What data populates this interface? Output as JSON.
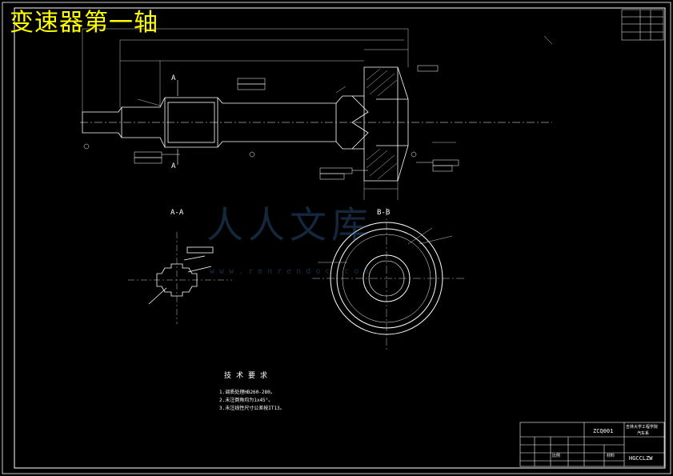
{
  "title": "变速器第一轴",
  "views": {
    "section_a": "A-A",
    "section_b": "B-B",
    "cut_mark": "A"
  },
  "watermark": {
    "text": "人人文库",
    "url": "www.renrendoc.com"
  },
  "technical_requirements": {
    "heading": "技术要求",
    "items": [
      "1.调质处理HB260-280。",
      "2.未注倒角均为1x45°。",
      "3.未注线性尺寸公差按IT13。"
    ]
  },
  "title_block": {
    "drawing_code": "HGCCLZW",
    "part_code": "ZCQ001",
    "school_line1": "吉林大学工程学院",
    "school_line2": "汽车系",
    "scale_label": "比例",
    "material_label": "材料"
  },
  "colors": {
    "background": "#000000",
    "lines": "#ffffff",
    "title": "#ffff00",
    "watermark": "#4682c8"
  }
}
